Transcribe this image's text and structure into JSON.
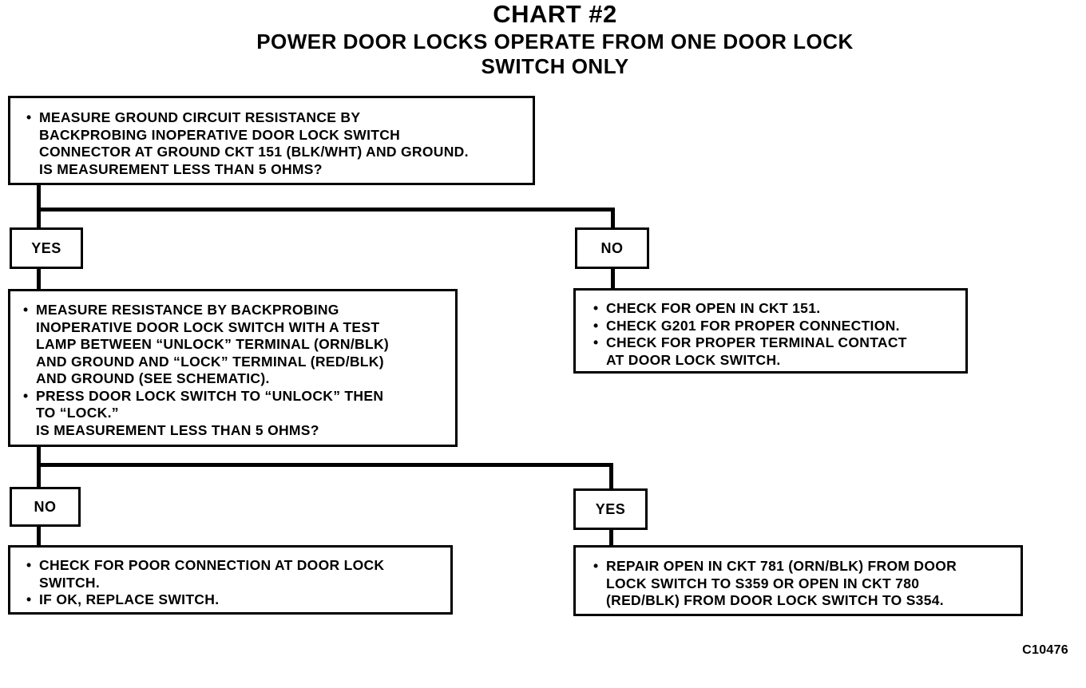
{
  "title": "CHART #2",
  "subtitle_line1": "POWER DOOR LOCKS OPERATE FROM ONE DOOR LOCK",
  "subtitle_line2": "SWITCH ONLY",
  "step1": {
    "lines": [
      "MEASURE GROUND CIRCUIT RESISTANCE BY",
      "BACKPROBING INOPERATIVE DOOR LOCK SWITCH",
      "CONNECTOR AT GROUND CKT 151 (BLK/WHT) AND GROUND.",
      "IS MEASUREMENT LESS THAN 5 OHMS?"
    ]
  },
  "step1_yes_label": "YES",
  "step1_no_label": "NO",
  "step1_no_result": {
    "bullets": [
      [
        "CHECK FOR OPEN IN CKT 151."
      ],
      [
        "CHECK G201 FOR PROPER CONNECTION."
      ],
      [
        "CHECK FOR PROPER TERMINAL CONTACT",
        "AT DOOR LOCK SWITCH."
      ]
    ]
  },
  "step2": {
    "bullet1": [
      "MEASURE RESISTANCE BY BACKPROBING",
      "INOPERATIVE DOOR LOCK SWITCH WITH A TEST",
      "LAMP BETWEEN “UNLOCK” TERMINAL (ORN/BLK)",
      "AND GROUND AND “LOCK” TERMINAL (RED/BLK)",
      "AND GROUND (SEE SCHEMATIC)."
    ],
    "bullet2": [
      "PRESS DOOR LOCK SWITCH TO “UNLOCK” THEN",
      "TO “LOCK.”",
      "IS MEASUREMENT LESS THAN 5 OHMS?"
    ]
  },
  "step2_no_label": "NO",
  "step2_yes_label": "YES",
  "step2_no_result": {
    "bullets": [
      [
        "CHECK FOR POOR CONNECTION AT DOOR LOCK",
        "SWITCH."
      ],
      [
        "IF OK, REPLACE SWITCH."
      ]
    ]
  },
  "step2_yes_result": {
    "bullets": [
      [
        "REPAIR OPEN IN CKT 781 (ORN/BLK) FROM DOOR",
        "LOCK SWITCH TO S359 OR OPEN IN CKT 780",
        "(RED/BLK) FROM DOOR LOCK SWITCH TO S354."
      ]
    ]
  },
  "figure_code": "C10476"
}
